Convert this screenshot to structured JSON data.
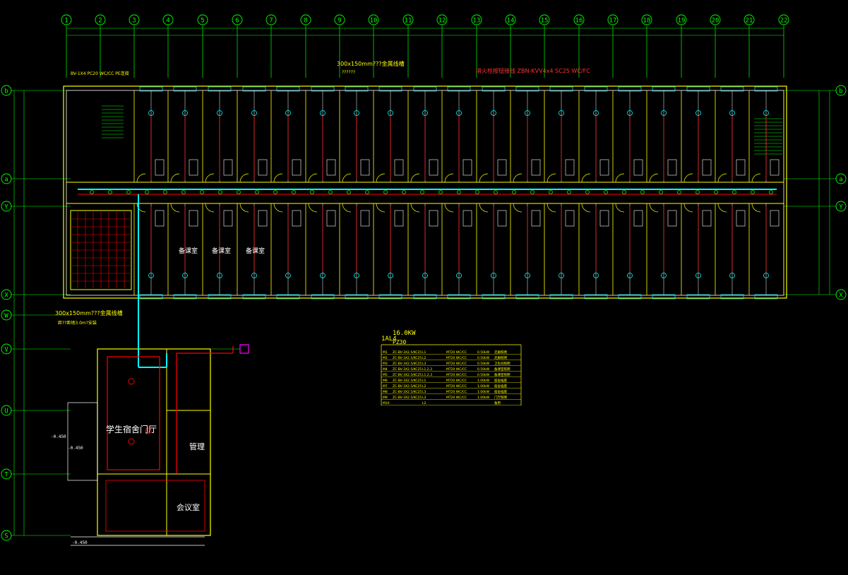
{
  "grid": {
    "columns": [
      "1",
      "2",
      "3",
      "4",
      "5",
      "6",
      "7",
      "8",
      "9",
      "10",
      "11",
      "12",
      "13",
      "14",
      "15",
      "16",
      "17",
      "18",
      "19",
      "20",
      "21",
      "22"
    ],
    "rows_left": [
      "b",
      "a",
      "Y",
      "X",
      "W",
      "V",
      "U",
      "T",
      "S"
    ],
    "rows_right": [
      "b",
      "a",
      "Y",
      "X"
    ]
  },
  "annotations": {
    "top_duct": "300x150mm???金属线槽",
    "top_duct_sub": "??????",
    "fire_cable": "消火栓按钮接线 ZBN-KVV4x4 SC25 WC/FC",
    "left_cable": "BV-1X4 PC20 WC/CC PE连接",
    "mid_duct": "300x150mm???金属线槽",
    "mid_duct_sub": "距??距地3.0m?安装",
    "hall_label": "学生宿舍门厅",
    "storage_label": "备课室",
    "storage_label2": "备课室",
    "storage_label3": "备课室",
    "meeting_label": "会议室",
    "manage_label": "管理",
    "elev_label": "-0.450",
    "elev_label2": "-0.450",
    "elev_label3": "-0.450"
  },
  "panel": {
    "id": "1AL4",
    "power": "16.0KW",
    "type": "PZ30",
    "rows": [
      [
        "M1",
        "ZC-BV-3X2.5/KC25",
        "L1",
        "MT20 WC/CC",
        "0.50kW",
        "走廊照明"
      ],
      [
        "M2",
        "ZC-BV-3X2.5/KC25",
        "L2",
        "MT20 WC/CC",
        "0.50kW",
        "走廊照明"
      ],
      [
        "M3",
        "ZC-BV-3X2.5/KC25",
        "L3",
        "MT20 WC/CC",
        "0.50kW",
        "卫生间照明"
      ],
      [
        "M4",
        "ZC-BV-3X2.5/KC25",
        "L1,2,3",
        "MT20 WC/CC",
        "0.50kW",
        "备课室照明"
      ],
      [
        "M5",
        "ZC-BV-3X2.5/KC25",
        "L1,2,3",
        "MT20 WC/CC",
        "0.50kW",
        "备课室照明"
      ],
      [
        "M6",
        "ZC-BV-3X2.5/KC25",
        "L1",
        "MT20 WC/CC",
        "1.00kW",
        "宿舍插座"
      ],
      [
        "M7",
        "ZC-BV-3X2.5/KC25",
        "L2",
        "MT20 WC/CC",
        "1.00kW",
        "宿舍插座"
      ],
      [
        "M8",
        "ZC-BV-3X2.5/KC25",
        "L3",
        "MT20 WC/CC",
        "1.00kW",
        "宿舍插座"
      ],
      [
        "M9",
        "ZC-BV-3X2.5/KC25",
        "L3",
        "MT20 WC/CC",
        "1.00kW",
        "门厅照明"
      ],
      [
        "M10",
        "",
        "L2",
        "",
        "",
        "备用"
      ]
    ]
  },
  "colors": {
    "background": "#000000",
    "grid": "#00ff00",
    "wall": "#ffffff",
    "wire_red": "#ff0000",
    "duct_blue": "#00ffff",
    "wall_yellow": "#ffff00",
    "room_text": "#ffffff",
    "fixture_cyan": "#00ffff",
    "panel_magenta": "#ff00ff",
    "annotation": "#ffffff"
  }
}
